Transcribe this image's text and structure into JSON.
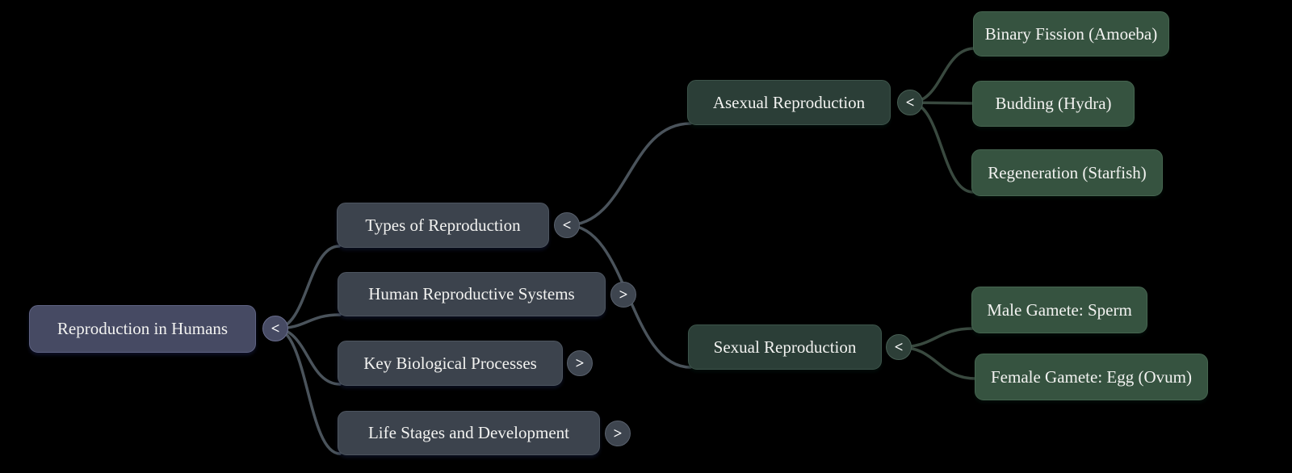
{
  "colors": {
    "background": "#000000",
    "root_fill": "#464a63",
    "branch_fill": "#3c434d",
    "green_parent_fill": "#2b3e37",
    "green_leaf_fill": "#365340",
    "edge_slate": "#4a535b",
    "edge_green": "#39493f",
    "text": "#f2f2f0"
  },
  "toggles": {
    "collapse_glyph": "<",
    "expand_glyph": ">"
  },
  "nodes": {
    "root": {
      "label": "Reproduction in Humans",
      "toggle": "<",
      "state": "expanded"
    },
    "types": {
      "label": "Types of Reproduction",
      "toggle": "<",
      "state": "expanded"
    },
    "human_systems": {
      "label": "Human Reproductive Systems",
      "toggle": ">",
      "state": "collapsed"
    },
    "key_processes": {
      "label": "Key Biological Processes",
      "toggle": ">",
      "state": "collapsed"
    },
    "life_stages": {
      "label": "Life Stages and Development",
      "toggle": ">",
      "state": "collapsed"
    },
    "asexual": {
      "label": "Asexual Reproduction",
      "toggle": "<",
      "state": "expanded"
    },
    "sexual": {
      "label": "Sexual Reproduction",
      "toggle": "<",
      "state": "expanded"
    },
    "binary_fission": {
      "label": "Binary Fission (Amoeba)"
    },
    "budding": {
      "label": "Budding (Hydra)"
    },
    "regeneration": {
      "label": "Regeneration (Starfish)"
    },
    "male_gamete": {
      "label": "Male Gamete: Sperm"
    },
    "female_gamete": {
      "label": "Female Gamete: Egg (Ovum)"
    }
  },
  "hierarchy": {
    "root": [
      "types",
      "human_systems",
      "key_processes",
      "life_stages"
    ],
    "types": [
      "asexual",
      "sexual"
    ],
    "asexual": [
      "binary_fission",
      "budding",
      "regeneration"
    ],
    "sexual": [
      "male_gamete",
      "female_gamete"
    ]
  }
}
